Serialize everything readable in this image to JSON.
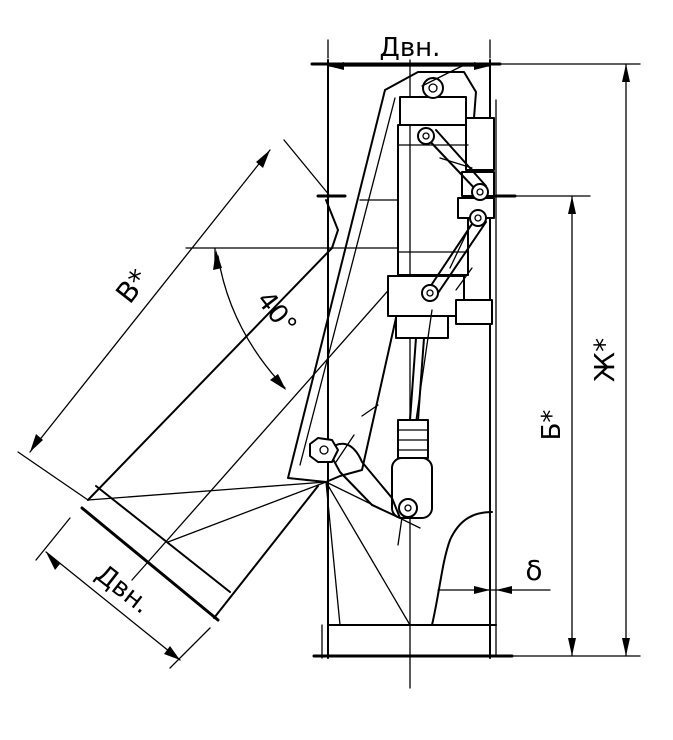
{
  "labels": {
    "inner_diameter_top": "Двн.",
    "inner_diameter_bottom": "Двн.",
    "length_b": "В*",
    "angle": "40°",
    "height_b": "Б*",
    "height_zh": "Ж*",
    "gap": "δ"
  }
}
